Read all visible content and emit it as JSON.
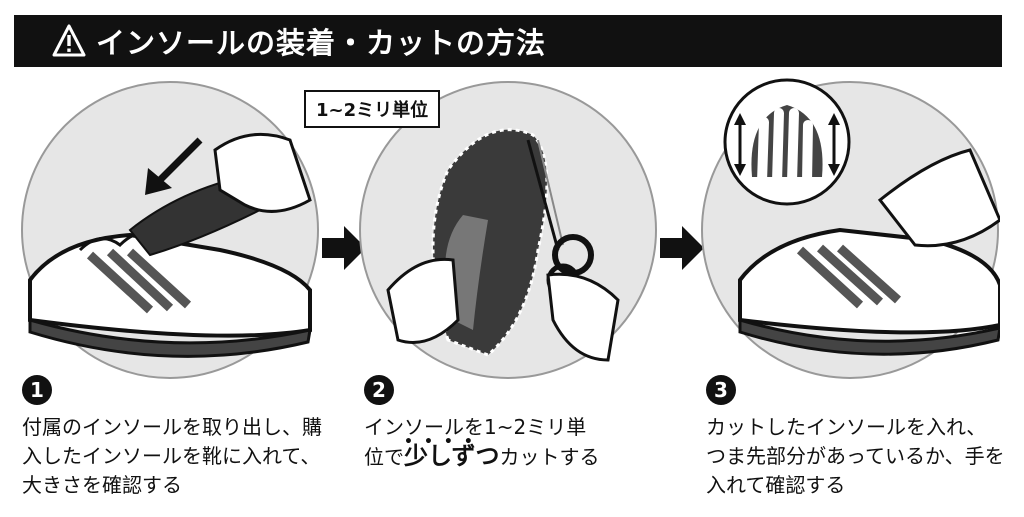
{
  "header": {
    "title": "インソールの装着・カットの方法",
    "icon": "warning-triangle-icon"
  },
  "badge": {
    "label": "1~2ミリ単位"
  },
  "steps": [
    {
      "num": "1",
      "text": "付属のインソールを取り出し、購入したインソールを靴に入れて、大きさを確認する"
    },
    {
      "num": "2",
      "text_before": "インソールを1~2ミリ単",
      "text_line2_start": "位で",
      "emph": "少しずつ",
      "text_after": "カットする"
    },
    {
      "num": "3",
      "text": "カットしたインソールを入れ、つま先部分があっているか、手を入れて確認する"
    }
  ],
  "colors": {
    "header_bg": "#111111",
    "header_text": "#ffffff",
    "panel_bg": "#e6e6e6",
    "ink": "#111111"
  }
}
